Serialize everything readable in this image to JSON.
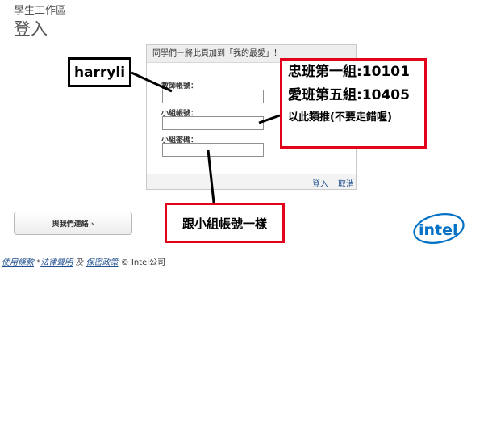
{
  "header": {
    "subtitle": "學生工作區",
    "title": "登入"
  },
  "login": {
    "header_text": "同學們－將此頁加到「我的最愛」！",
    "teacher_account_label": "教師帳號：",
    "group_account_label": "小組帳號：",
    "group_password_label": "小組密碼：",
    "teacher_account_value": "",
    "group_account_value": "",
    "group_password_value": "",
    "login_label": "登入",
    "cancel_label": "取消"
  },
  "contact": {
    "label": "與我們連絡 ›"
  },
  "footer": {
    "terms_label": "使用條款",
    "legal_prefix": "*",
    "legal_label": "法律聲明",
    "and_text": "及",
    "privacy_label": "保密政策",
    "copyright": "© Intel公司"
  },
  "logo": {
    "text": "intel",
    "color": "#0071c5"
  },
  "annotations": {
    "teacher_account_note": "harryli",
    "group_account_line1": "忠班第一組:10101",
    "group_account_line2": "愛班第五組:10405",
    "group_account_line3": "以此類推(不要走錯喔)",
    "password_note": "跟小組帳號一樣",
    "highlight_color": "#e2001a"
  }
}
